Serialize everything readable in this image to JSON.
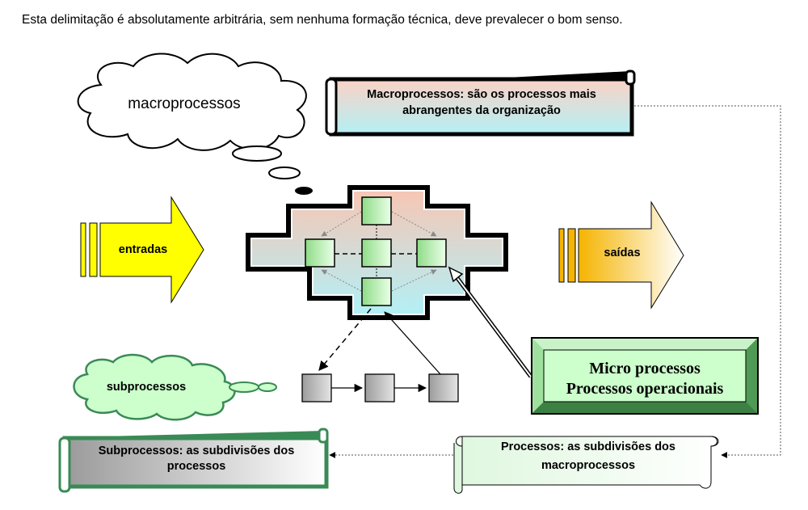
{
  "intro_text": "Esta delimitação é absolutamente arbitrária, sem nenhuma formação técnica, deve prevalecer o bom senso.",
  "cloud_macro_label": "macroprocessos",
  "cloud_sub_label": "subprocessos",
  "scroll_macro": {
    "line1": "Macroprocessos:  são os processos mais",
    "line2": "abrangentes da organização"
  },
  "arrow_entradas_label": "entradas",
  "arrow_saidas_label": "saídas",
  "micro_box": {
    "line1": "Micro processos",
    "line2": "Processos operacionais"
  },
  "scroll_sub": {
    "line1": "Subprocessos: as subdivisões dos",
    "line2": "processos"
  },
  "scroll_proc": {
    "line1": "Processos: as subdivisões dos",
    "line2": "macroprocessos"
  },
  "colors": {
    "entradas_fill": "#ffff00",
    "saidas_fill": "#f6b800",
    "micro_fill": "#ccffcc",
    "cross_top": "#f7c8b8",
    "cross_bottom": "#b6f2f6",
    "node_fill": "#aee8a8",
    "sub_node_fill": "#bdbdbd",
    "green_border": "#3a8a55"
  }
}
